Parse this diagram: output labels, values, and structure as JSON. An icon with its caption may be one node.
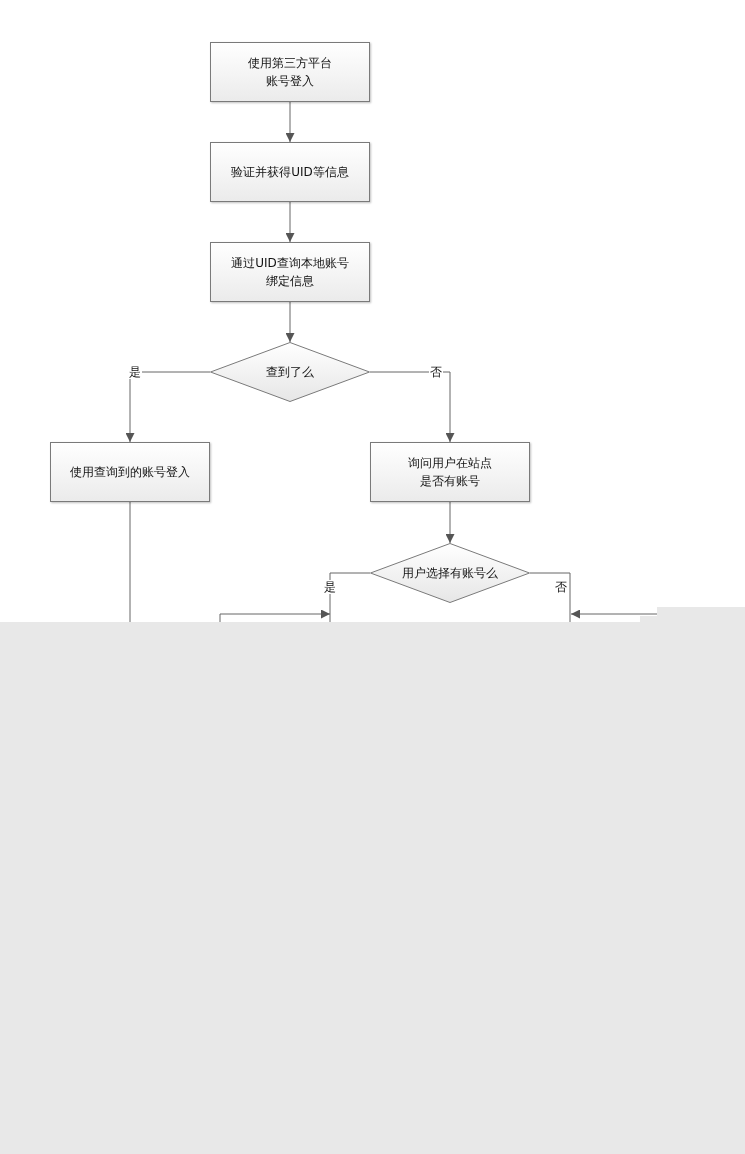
{
  "diagram": {
    "nodes": [
      {
        "text": [
          "使用第三方平台账号登入"
        ]
      },
      {
        "text": [
          "验证并获得UID等信息"
        ]
      },
      {
        "text": [
          "通过UID查询本地账号绑定信息"
        ]
      },
      {
        "text": [
          "查到了么"
        ]
      },
      {
        "text": [
          "使用查询到的账号登入"
        ]
      },
      {
        "text": [
          "询问用户在站点是否有账号"
        ]
      },
      {
        "text": [
          "用户选择有账号么"
        ]
      }
    ],
    "edges": [
      {
        "from": 0,
        "to": 1,
        "arrow": "to"
      },
      {
        "from": 1,
        "to": 2,
        "arrow": "to"
      },
      {
        "from": 2,
        "to": 3,
        "arrow": "to"
      },
      {
        "from": 3,
        "to": 4,
        "arrow": "to",
        "label": "是"
      },
      {
        "from": 3,
        "to": 5,
        "arrow": "to",
        "label": "否"
      },
      {
        "from": 4,
        "to": null,
        "arrow": "none"
      },
      {
        "from": 5,
        "to": 6,
        "arrow": "to"
      },
      {
        "from": 6,
        "to": null,
        "arrow": "none",
        "label": "是"
      },
      {
        "from": 6,
        "to": null,
        "arrow": "none",
        "label": "否"
      }
    ]
  }
}
